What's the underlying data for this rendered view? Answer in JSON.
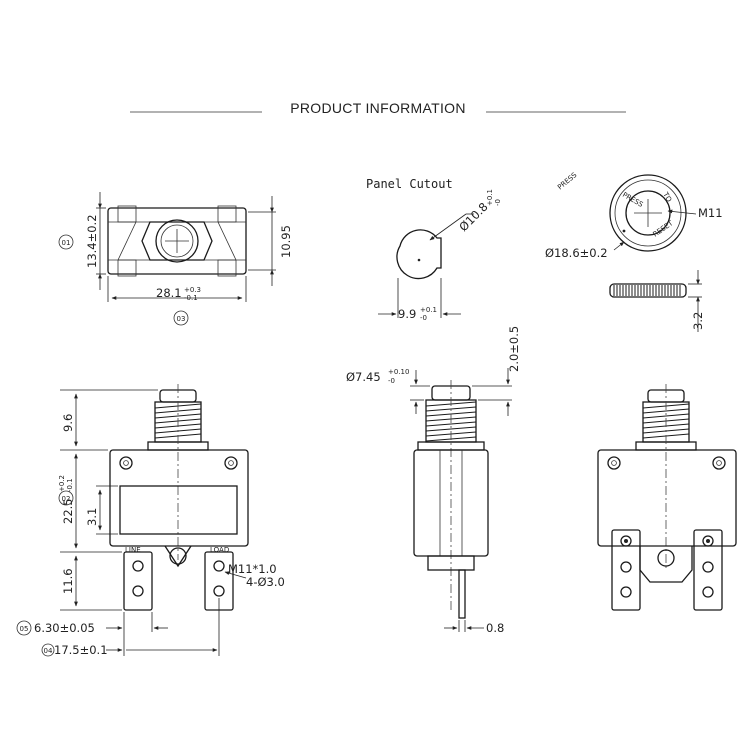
{
  "header": {
    "title": "PRODUCT INFORMATION"
  },
  "views": {
    "top": {
      "height_label": "13.4±0.2",
      "height_inner_label": "10.95",
      "width_main": "28.1",
      "width_tol_top": "+0.3",
      "width_tol_bottom": "-0.1",
      "marker_1": "01",
      "marker_3": "03"
    },
    "cutout": {
      "title": "Panel Cutout",
      "dia_main": "Ø10.8",
      "dia_tol_top": "+0.1",
      "dia_tol_bottom": "-0",
      "width_main": "9.9",
      "width_tol_top": "+0.1",
      "width_tol_bottom": "-0"
    },
    "button": {
      "press_label": "PRESS",
      "ring_press": "PRESS",
      "ring_to": "TO",
      "ring_reset": "RESET",
      "thread_label": "M11",
      "dia_label": "Ø18.6±0.2",
      "thickness_label": "3.2"
    },
    "front": {
      "thread_label": "M11*1.0",
      "top_height": "9.6",
      "body_height_main": "22.5",
      "body_tol_top": "+0.2",
      "body_tol_bottom": "-0.1",
      "inner_height": "3.1",
      "terminal_height": "11.6",
      "line_label": "LINE",
      "load_label": "LOAD",
      "hole_label": "4-Ø3.0",
      "terminal_width": "6.30±0.05",
      "terminal_pitch": "17.5±0.1",
      "marker_2": "02",
      "marker_4": "04",
      "marker_5": "05"
    },
    "side": {
      "dia_main": "Ø7.45",
      "dia_tol_top": "+0.10",
      "dia_tol_bottom": "-0",
      "cap_height": "2.0±0.5",
      "tab_thickness": "0.8"
    }
  }
}
